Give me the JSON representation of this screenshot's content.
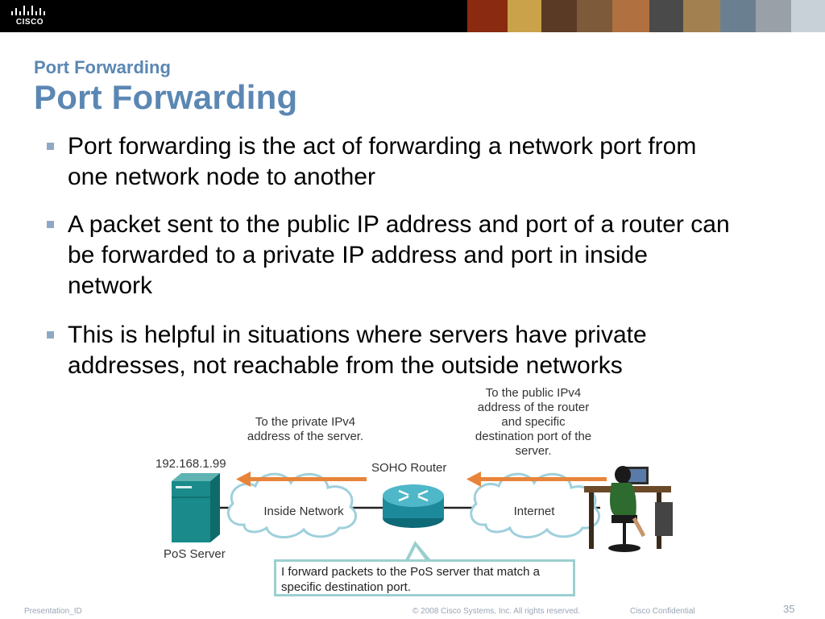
{
  "header": {
    "logo_text": "CISCO",
    "photo_strip_colors": [
      "#8a2a10",
      "#c9a24a",
      "#5a3a25",
      "#7c5a3a",
      "#b07040",
      "#4a4a4a",
      "#a38050",
      "#6a8090",
      "#9aa0a8",
      "#c8d0d8"
    ]
  },
  "slide": {
    "subtitle": "Port Forwarding",
    "title": "Port Forwarding",
    "bullets": [
      "Port forwarding is the act of forwarding a network port from one network node to another",
      "A packet sent to the public IP address and port of a router can be forwarded to a private IP address and port in inside network",
      "This is helpful in situations where servers have private addresses, not reachable from the outside networks"
    ]
  },
  "diagram": {
    "server_ip": "192.168.1.99",
    "server_label": "PoS Server",
    "router_label": "SOHO Router",
    "inside_cloud_label": "Inside Network",
    "internet_cloud_label": "Internet",
    "private_note": "To the private IPv4 address of the server.",
    "public_note": "To the public IPv4 address of the router and specific destination port of the server.",
    "callout": "I forward packets to the PoS server that match a specific destination port.",
    "colors": {
      "arrow": "#e8843a",
      "server": "#1a8a8a",
      "router": "#1c8a9a",
      "cloud_stroke": "#9fd0dc",
      "callout_border": "#9bcfcf"
    }
  },
  "footer": {
    "presentation_id": "Presentation_ID",
    "copyright": "© 2008 Cisco Systems, Inc. All rights reserved.",
    "confidential": "Cisco Confidential",
    "page_number": "35"
  }
}
